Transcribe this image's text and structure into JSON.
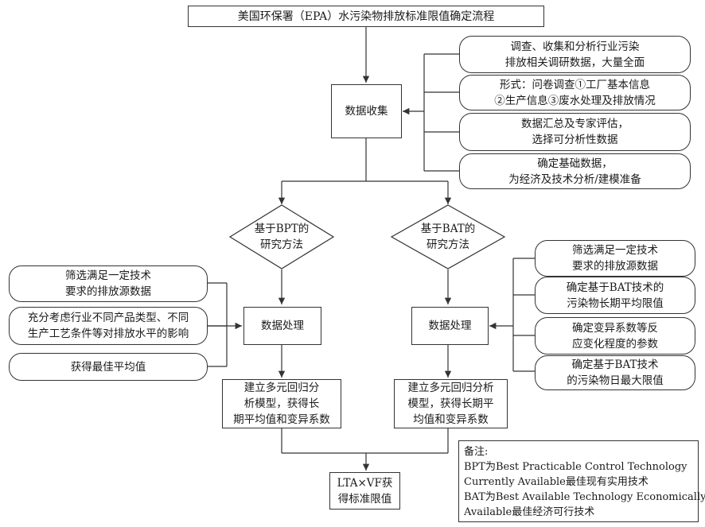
{
  "title": "美国环保署（EPA）水污染物排放标准限值确定流程",
  "data_collection": {
    "label": "数据收集",
    "details": [
      "调查、收集和分析行业污染\n排放相关调研数据，大量全面",
      "形式：问卷调查①工厂基本信息\n②生产信息③废水处理及排放情况",
      "数据汇总及专家评估，\n选择可分析性数据",
      "确定基础数据，\n为经济及技术分析/建模准备"
    ]
  },
  "bpt": {
    "method": "基于BPT的\n研究方法",
    "process": "数据处理",
    "inputs": [
      "筛选满足一定技术\n要求的排放源数据",
      "充分考虑行业不同产品类型、不同\n生产工艺条件等对排放水平的影响",
      "获得最佳平均值"
    ],
    "model": "建立多元回归分\n析模型，获得长\n期平均值和变异系数"
  },
  "bat": {
    "method": "基于BAT的\n研究方法",
    "process": "数据处理",
    "inputs": [
      "筛选满足一定技术\n要求的排放源数据",
      "确定基于BAT技术的\n污染物长期平均限值",
      "确定变异系数等反\n应变化程度的参数",
      "确定基于BAT技术\n的污染物日最大限值"
    ],
    "model": "建立多元回归分析\n模型，获得长期平\n均值和变异系数"
  },
  "result": "LTA×VF获\n得标准限值",
  "note": {
    "heading": "备注:",
    "lines": [
      "BPT为Best Practicable Control Technology",
      "Currently Available最佳现有实用技术",
      "BAT为Best Available Technology Economically",
      "Available最佳经济可行技术"
    ]
  }
}
